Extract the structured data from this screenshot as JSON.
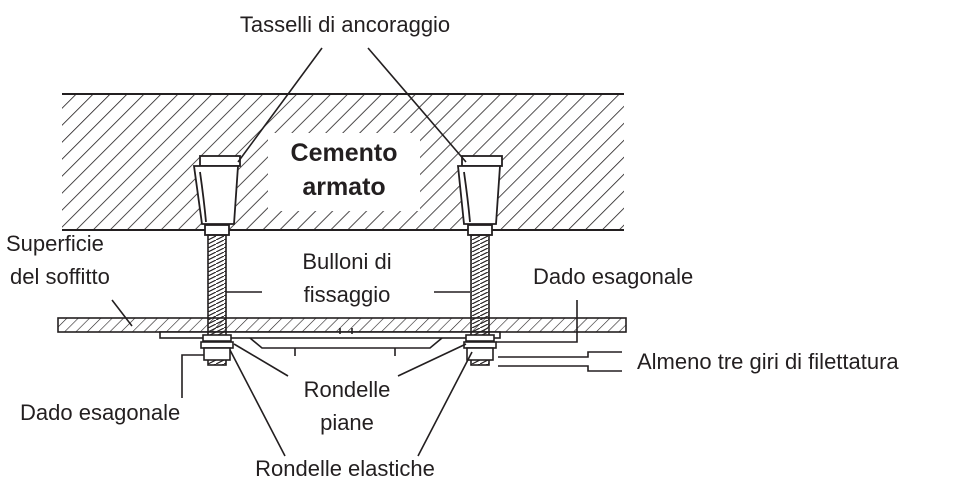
{
  "labels": {
    "anchors": "Tasselli di ancoraggio",
    "concrete": [
      "Cemento",
      "armato"
    ],
    "ceiling_surface": [
      "Superficie",
      "del soffitto"
    ],
    "bolts": [
      "Bulloni di",
      "fissaggio"
    ],
    "hex_nut_right": "Dado esagonale",
    "threads": "Almeno tre giri di filettatura",
    "hex_nut_left": "Dado esagonale",
    "flat_washers": [
      "Rondelle",
      "piane"
    ],
    "spring_washers": "Rondelle elastiche"
  },
  "colors": {
    "line": "#231f20",
    "background": "#ffffff"
  }
}
